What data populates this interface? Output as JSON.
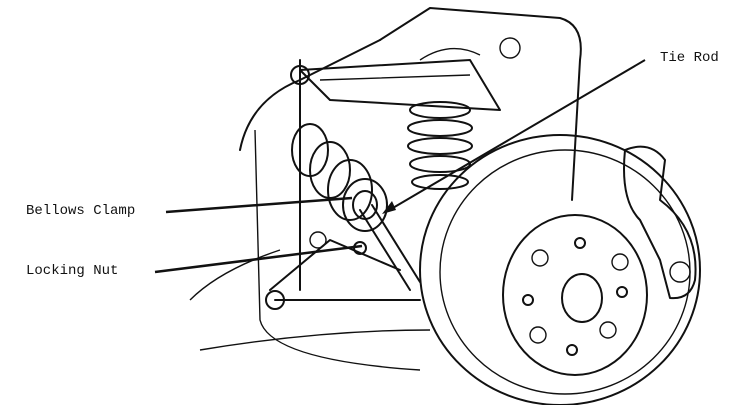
{
  "labels": {
    "tie_rod": "Tie Rod",
    "bellows_clamp": "Bellows Clamp",
    "locking_nut": "Locking Nut"
  }
}
